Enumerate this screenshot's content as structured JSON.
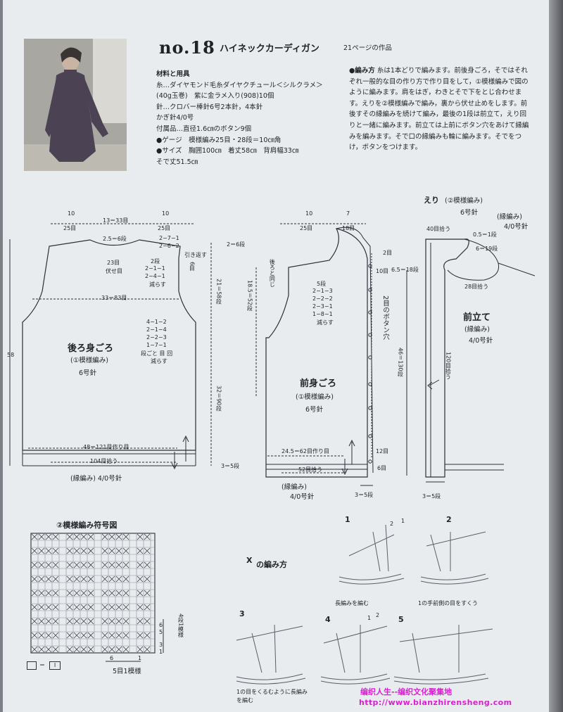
{
  "header": {
    "no": "no.18",
    "title": "ハイネックカーディガン",
    "page_ref": "21ページの作品"
  },
  "materials": {
    "heading": "材料と用具",
    "lines": [
      "糸…ダイヤモンド毛糸ダイヤクチュール＜シルクラメ＞",
      "(40g玉巻)　紫に金ラメ入り(908)10個",
      "針…クロバー棒針6号2本針，4本針",
      "かぎ針4/0号",
      "付属品…直径1.6㎝のボタン9個",
      "●ゲージ　模様編み25目・28段＝10㎝角",
      "●サイズ　胸囲100㎝　着丈58㎝　背肩幅33㎝",
      "そで丈51.5㎝"
    ]
  },
  "method": {
    "heading": "●編み方",
    "text": "糸は1本どりで編みます。前後身ごろ，そではそれぞれ一般的な目の作り方で作り目をして，①模様編みで図のように編みます。肩をはぎ，わきとそで下をとじ合わせます。えりを②模様編みで編み，裏から伏せ止めをします。前後すその縁編みを続けて編み，最後の1段は前立て，えり回りと一緒に編みます。前立ては上前にボタン穴をあけて縁編みを編みます。そで口の縁編みも輪に編みます。そでをつけ，ボタンをつけます。"
  },
  "back": {
    "top_l1": "10",
    "top_l2": "25目",
    "top_c": "13＝33目",
    "top_r1": "10",
    "top_r2": "25目",
    "neck": "2.5＝6段",
    "neck_dec": [
      "2−7−1",
      "2−6−2"
    ],
    "hikikaesu": "引き返す",
    "shoulder_r": "6目",
    "fuse": [
      "23目",
      "伏せ目"
    ],
    "dec1": [
      "2段",
      "2−1−1",
      "2−4−1",
      "減らす"
    ],
    "width": "33＝83目",
    "dec2": [
      "4−1−2",
      "2−1−4",
      "2−2−3",
      "1−7−1",
      "段ごと 目 回",
      "減らす"
    ],
    "name": "後ろ身ごろ",
    "pattern": "(①模様編み)",
    "needle": "6号針",
    "cast": "48＝121目作り目",
    "pickup": "104目拾う",
    "edge": "(縁編み) 4/0号針",
    "h_total": "58",
    "v_upper": "2＝6段",
    "v_mid": [
      "21",
      "＝",
      "58",
      "段"
    ],
    "v_low": [
      "32",
      "＝",
      "90",
      "段"
    ],
    "v_bottom": "3＝5段"
  },
  "front": {
    "top_l1": "10",
    "top_l2": "25目",
    "top_r1": "7",
    "top_r2": "18目",
    "same_as_back": "後ろと同じ",
    "neck_v": [
      "18.5",
      "＝",
      "52",
      "段"
    ],
    "neck_dec": [
      "5段",
      "2−1−3",
      "2−2−2",
      "2−3−1",
      "1−8−1",
      "減らす"
    ],
    "label_2me_top": "2目",
    "label_10me": "10目",
    "button_hole": "2目のボタン穴",
    "v_46": [
      "46",
      "＝",
      "130",
      "段"
    ],
    "v_65": "6.5＝18段",
    "name": "前身ごろ",
    "pattern": "(①模様編み)",
    "needle": "6号針",
    "cast": "24.5＝62目作り目",
    "pickup": "52目拾う",
    "r12": "12目",
    "r6": "6目",
    "edge1": "(縁編み)",
    "edge2": "4/0号針",
    "bottom": "3＝5段"
  },
  "collar": {
    "heading": "えり",
    "pattern": "(②模様編み)",
    "needle": "6号針",
    "edge1": "(縁編み)",
    "edge2": "4/0号針",
    "pick40": "40目拾う",
    "v05": "0.5＝1段",
    "v6": "6＝19段",
    "pick28": "28目拾う",
    "maetate": "前立て",
    "maetate_edge": "(縁編み)",
    "maetate_needle": "4/0号針",
    "pick120": "120目拾う",
    "bottom": "3＝5段"
  },
  "chart": {
    "heading": "②模様編み符号図",
    "legend": "＝",
    "legend_box": "I",
    "right_label": [
      "4",
      "段",
      "1",
      "模",
      "様"
    ],
    "row_nums": [
      "6",
      "5",
      "3",
      "1"
    ],
    "col_num": "6",
    "col_num2": "1",
    "bottom_label": "5目1模様"
  },
  "howto": {
    "heading": "の編み方",
    "steps": [
      "1",
      "2",
      "3",
      "4",
      "5"
    ],
    "cap1": "長編みを編む",
    "cap2": "1の手前側の目をすくう",
    "cap3a": "1の目をくるむように長編み",
    "cap3b": "を編む",
    "mini": [
      "1",
      "2",
      "2",
      "1"
    ]
  },
  "watermark": {
    "line1": "编织人生--编织文化聚集地",
    "line2": "http://www.bianzhirensheng.com"
  },
  "colors": {
    "paper": "#e9ecef",
    "ink": "#1f2328",
    "accent": "#d81fd0"
  }
}
